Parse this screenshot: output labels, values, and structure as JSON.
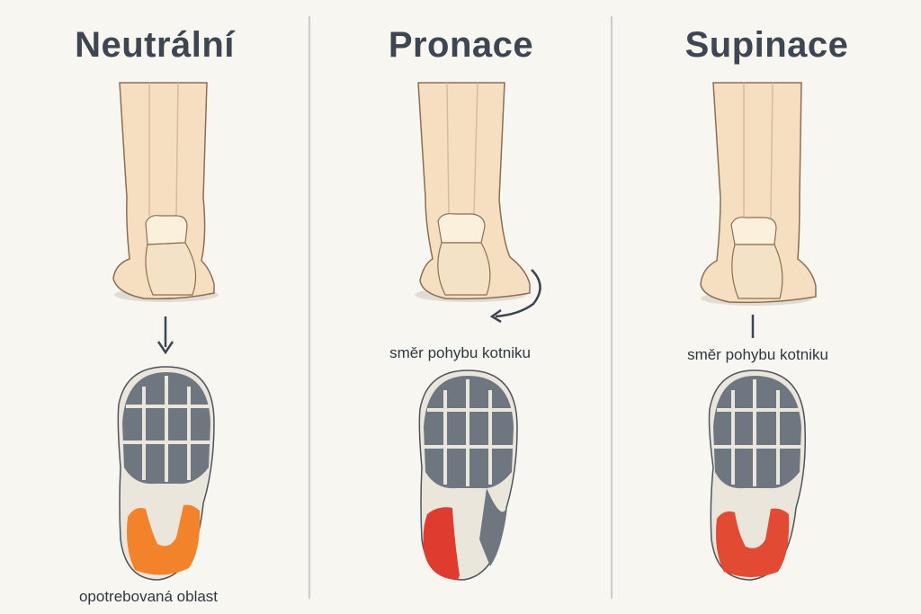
{
  "columns": [
    {
      "title": "Neutrální",
      "label": "opotrebovaná oblast"
    },
    {
      "title": "Pronace",
      "label": "směr pohybu kotniku"
    },
    {
      "title": "Supinace",
      "label": "směr pohybu kotniku"
    }
  ],
  "colors": {
    "skin": "#f6dfc0",
    "skin_outline": "#8c6e55",
    "bone": "#fbf0dc",
    "sole_tread": "#6e7780",
    "sole_base": "#ebe6dc",
    "wear_neutral": "#f2832b",
    "wear_pronation": "#df3b2e",
    "wear_supination": "#e24a33",
    "arrow": "#3b4450"
  }
}
